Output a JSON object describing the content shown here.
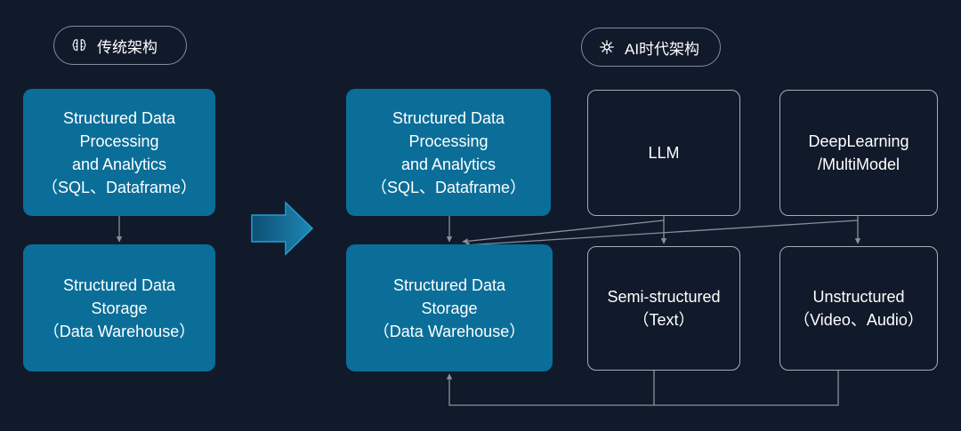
{
  "traditional": {
    "title": "传统架构",
    "icon": "brain-icon",
    "processing_box": "Structured Data\nProcessing\nand Analytics\n（SQL、Dataframe）",
    "storage_box": "Structured Data\nStorage\n（Data Warehouse）"
  },
  "ai_era": {
    "title": "AI时代架构",
    "icon": "sparkle-icon",
    "processing_box": "Structured Data\nProcessing\nand Analytics\n（SQL、Dataframe）",
    "storage_box": "Structured Data\nStorage\n（Data Warehouse）",
    "llm_box": "LLM",
    "deeplearning_box": "DeepLearning\n/MultiModel",
    "semistructured_box": "Semi-structured\n（Text）",
    "unstructured_box": "Unstructured\n（Video、Audio）"
  },
  "colors": {
    "background": "#111a2b",
    "box_blue": "#0b6e99",
    "arrow_blue": "#1d87b5",
    "outline": "#a7adb5"
  }
}
